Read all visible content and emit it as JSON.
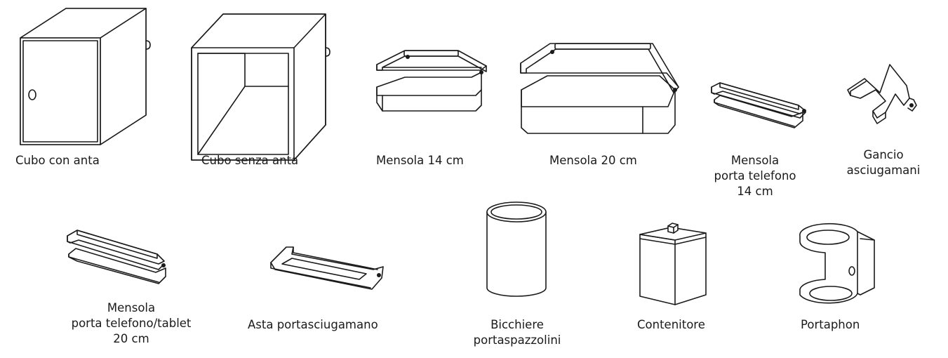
{
  "items": [
    {
      "icon": "cube-with-door-icon",
      "caption": [
        "Cubo con anta"
      ]
    },
    {
      "icon": "open-cube-icon",
      "caption": [
        "Cubo senza anta"
      ]
    },
    {
      "icon": "shelf-14cm-icon",
      "caption": [
        "Mensola 14 cm"
      ]
    },
    {
      "icon": "shelf-20cm-icon",
      "caption": [
        "Mensola 20 cm"
      ]
    },
    {
      "icon": "phone-shelf-14cm-icon",
      "caption": [
        "Mensola",
        "porta telefono",
        "14 cm"
      ]
    },
    {
      "icon": "towel-hook-icon",
      "caption": [
        "Gancio",
        "asciugamani"
      ]
    },
    {
      "icon": "phone-tablet-shelf-20cm-icon",
      "caption": [
        "Mensola",
        "porta telefono/tablet",
        "20 cm"
      ]
    },
    {
      "icon": "towel-bar-icon",
      "caption": [
        "Asta portasciugamano"
      ]
    },
    {
      "icon": "toothbrush-cup-icon",
      "caption": [
        "Bicchiere",
        "portaspazzolini"
      ]
    },
    {
      "icon": "container-icon",
      "caption": [
        "Contenitore"
      ]
    },
    {
      "icon": "hairdryer-holder-icon",
      "caption": [
        "Portaphon"
      ]
    }
  ]
}
